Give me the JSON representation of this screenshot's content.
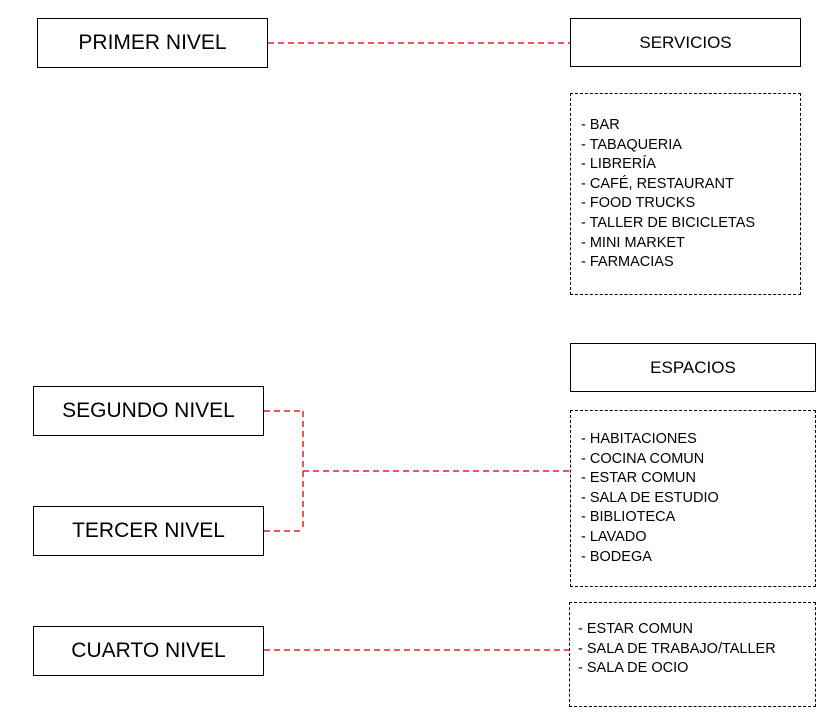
{
  "levels": {
    "primer": "PRIMER NIVEL",
    "segundo": "SEGUNDO NIVEL",
    "tercer": "TERCER NIVEL",
    "cuarto": "CUARTO NIVEL"
  },
  "servicios": {
    "heading": "SERVICIOS",
    "items": [
      "- BAR",
      "- TABAQUERIA",
      "- LIBRERÍA",
      "- CAFÉ, RESTAURANT",
      "- FOOD TRUCKS",
      "- TALLER DE BICICLETAS",
      "- MINI MARKET",
      "- FARMACIAS"
    ]
  },
  "espacios": {
    "heading": "ESPACIOS",
    "items": [
      "- HABITACIONES",
      "- COCINA COMUN",
      "- ESTAR COMUN",
      "- SALA DE ESTUDIO",
      "- BIBLIOTECA",
      "- LAVADO",
      "- BODEGA"
    ]
  },
  "cuarto_espacios": {
    "items": [
      "- ESTAR COMUN",
      "- SALA DE TRABAJO/TALLER",
      "- SALA DE OCIO"
    ]
  },
  "colors": {
    "connector": "#e02020",
    "border": "#000000"
  }
}
